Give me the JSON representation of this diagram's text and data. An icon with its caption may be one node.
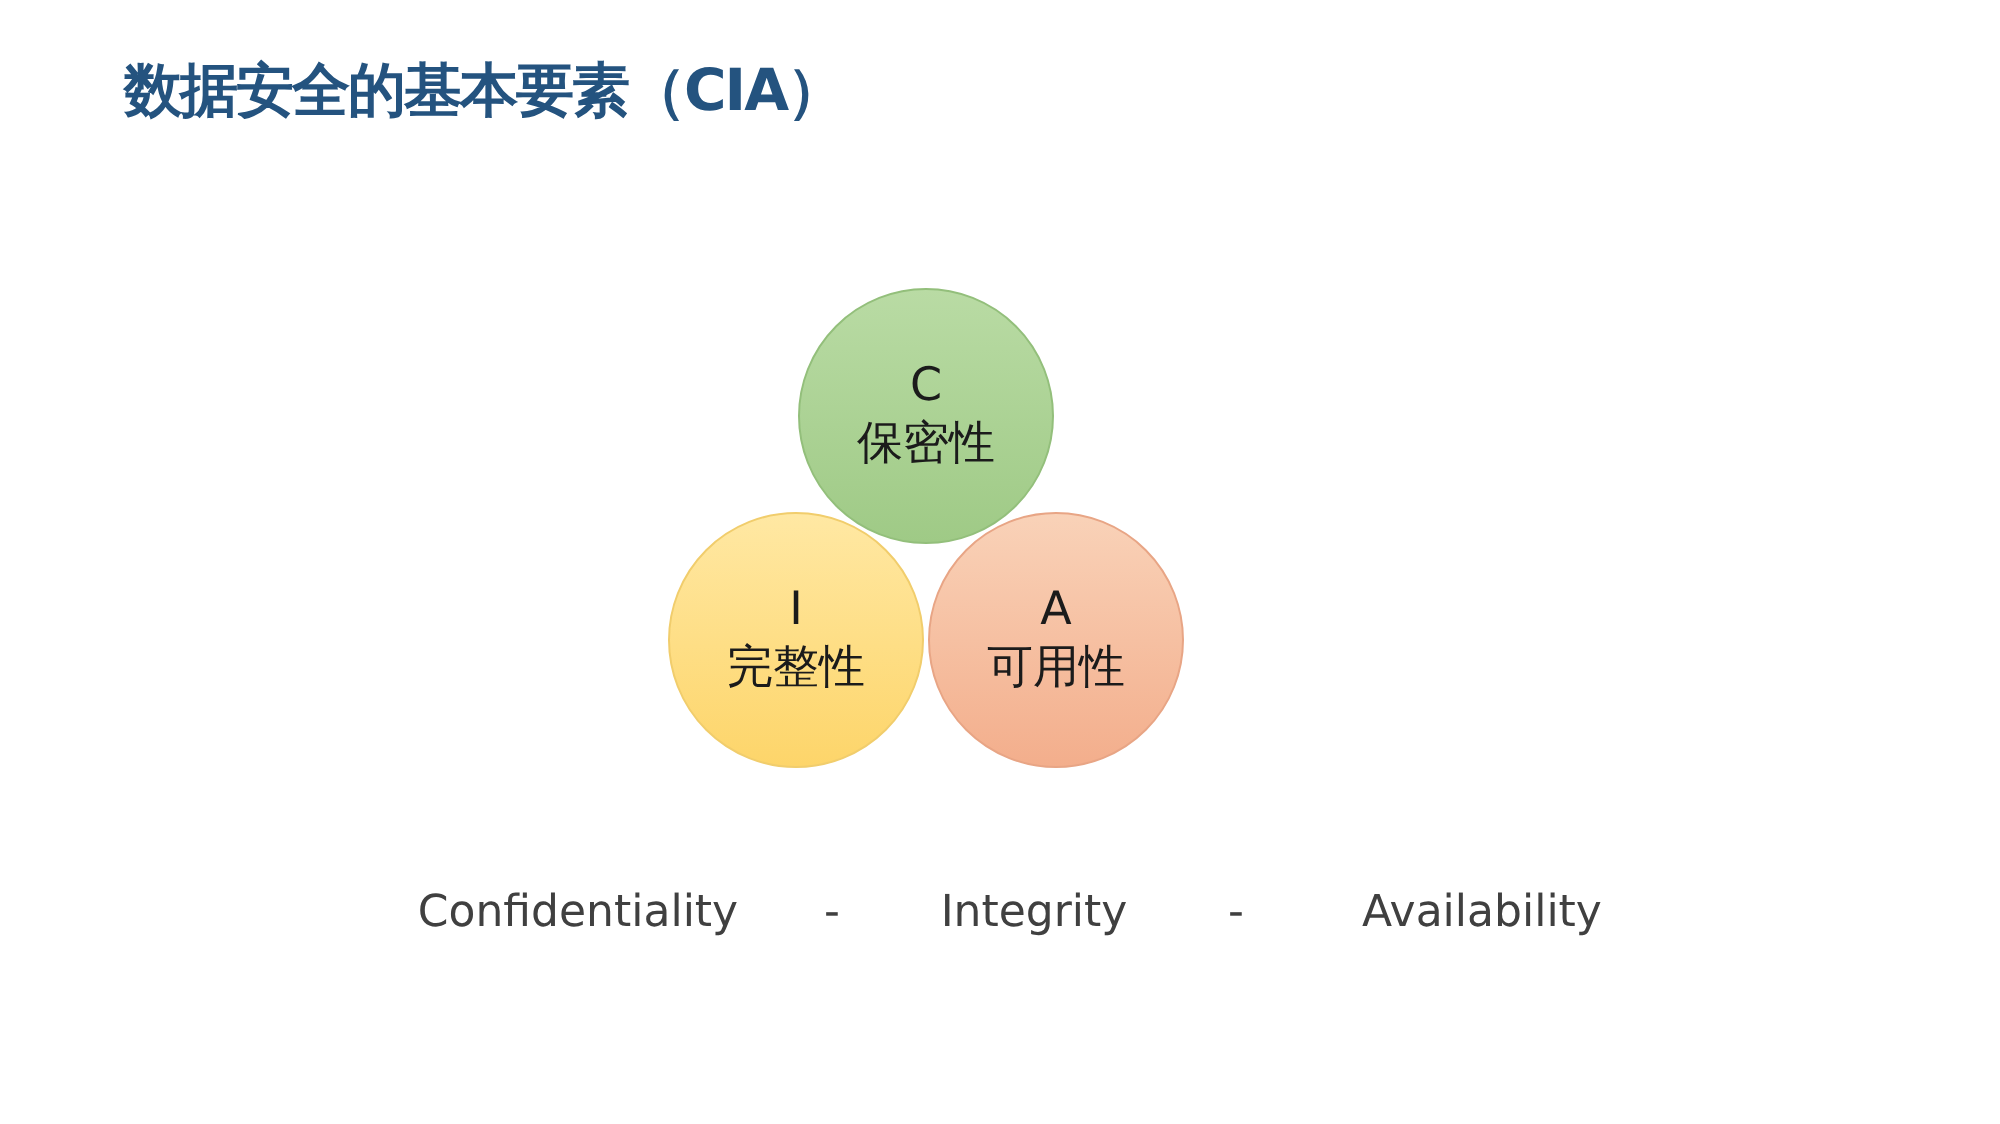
{
  "diagram": {
    "title": "数据安全的基本要素（CIA）",
    "nodes": [
      {
        "text": [
          "C",
          "保密性"
        ]
      },
      {
        "text": [
          "I",
          "完整性"
        ]
      },
      {
        "text": [
          "A",
          "可用性"
        ]
      }
    ],
    "labels": [
      "Confidentiality",
      "-",
      "Integrity",
      "-",
      "Availability"
    ]
  }
}
